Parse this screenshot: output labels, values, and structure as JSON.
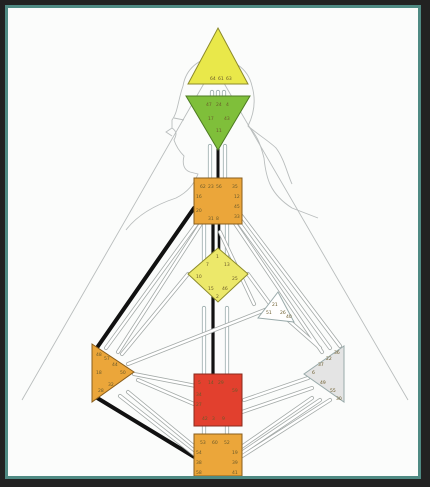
{
  "colors": {
    "frame_border": "#4f8a83",
    "head_center": "#e9e84a",
    "ajna_center": "#7fbf3a",
    "throat_center": "#eba63a",
    "g_center": "#ece86a",
    "spleen_center": "#eba63a",
    "sacral_center": "#e2402e",
    "root_center": "#eba63a",
    "solar_plexus_center": "#e4e4e4",
    "defined_channel": "#111111",
    "undefined_channel": "#ffffff"
  },
  "centers": [
    {
      "id": "head",
      "shape": "triangle-up",
      "color": "head_center",
      "gates": [
        "64",
        "61",
        "63"
      ]
    },
    {
      "id": "ajna",
      "shape": "triangle-down",
      "color": "ajna_center",
      "gates": [
        "47",
        "24",
        "4",
        "17",
        "11",
        "43"
      ]
    },
    {
      "id": "throat",
      "shape": "square",
      "color": "throat_center",
      "gates": [
        "62",
        "23",
        "56",
        "16",
        "35",
        "12",
        "45",
        "33",
        "8",
        "31",
        "20"
      ]
    },
    {
      "id": "g",
      "shape": "diamond",
      "color": "g_center",
      "gates": [
        "1",
        "13",
        "25",
        "46",
        "2",
        "15",
        "10",
        "7"
      ]
    },
    {
      "id": "ego",
      "shape": "small-triangle",
      "color": "undefined_channel",
      "gates": [
        "21",
        "51",
        "26",
        "40"
      ]
    },
    {
      "id": "spleen",
      "shape": "triangle-left",
      "color": "spleen_center",
      "gates": [
        "48",
        "57",
        "44",
        "50",
        "32",
        "28",
        "18"
      ]
    },
    {
      "id": "sacral",
      "shape": "square",
      "color": "sacral_center",
      "gates": [
        "5",
        "14",
        "29",
        "59",
        "9",
        "3",
        "42",
        "27",
        "34"
      ]
    },
    {
      "id": "solar-plexus",
      "shape": "triangle-right",
      "color": "solar_plexus_center",
      "gates": [
        "36",
        "22",
        "37",
        "6",
        "49",
        "55",
        "30"
      ]
    },
    {
      "id": "root",
      "shape": "square",
      "color": "root_center",
      "gates": [
        "53",
        "60",
        "52",
        "54",
        "38",
        "58",
        "19",
        "39",
        "41"
      ]
    }
  ]
}
